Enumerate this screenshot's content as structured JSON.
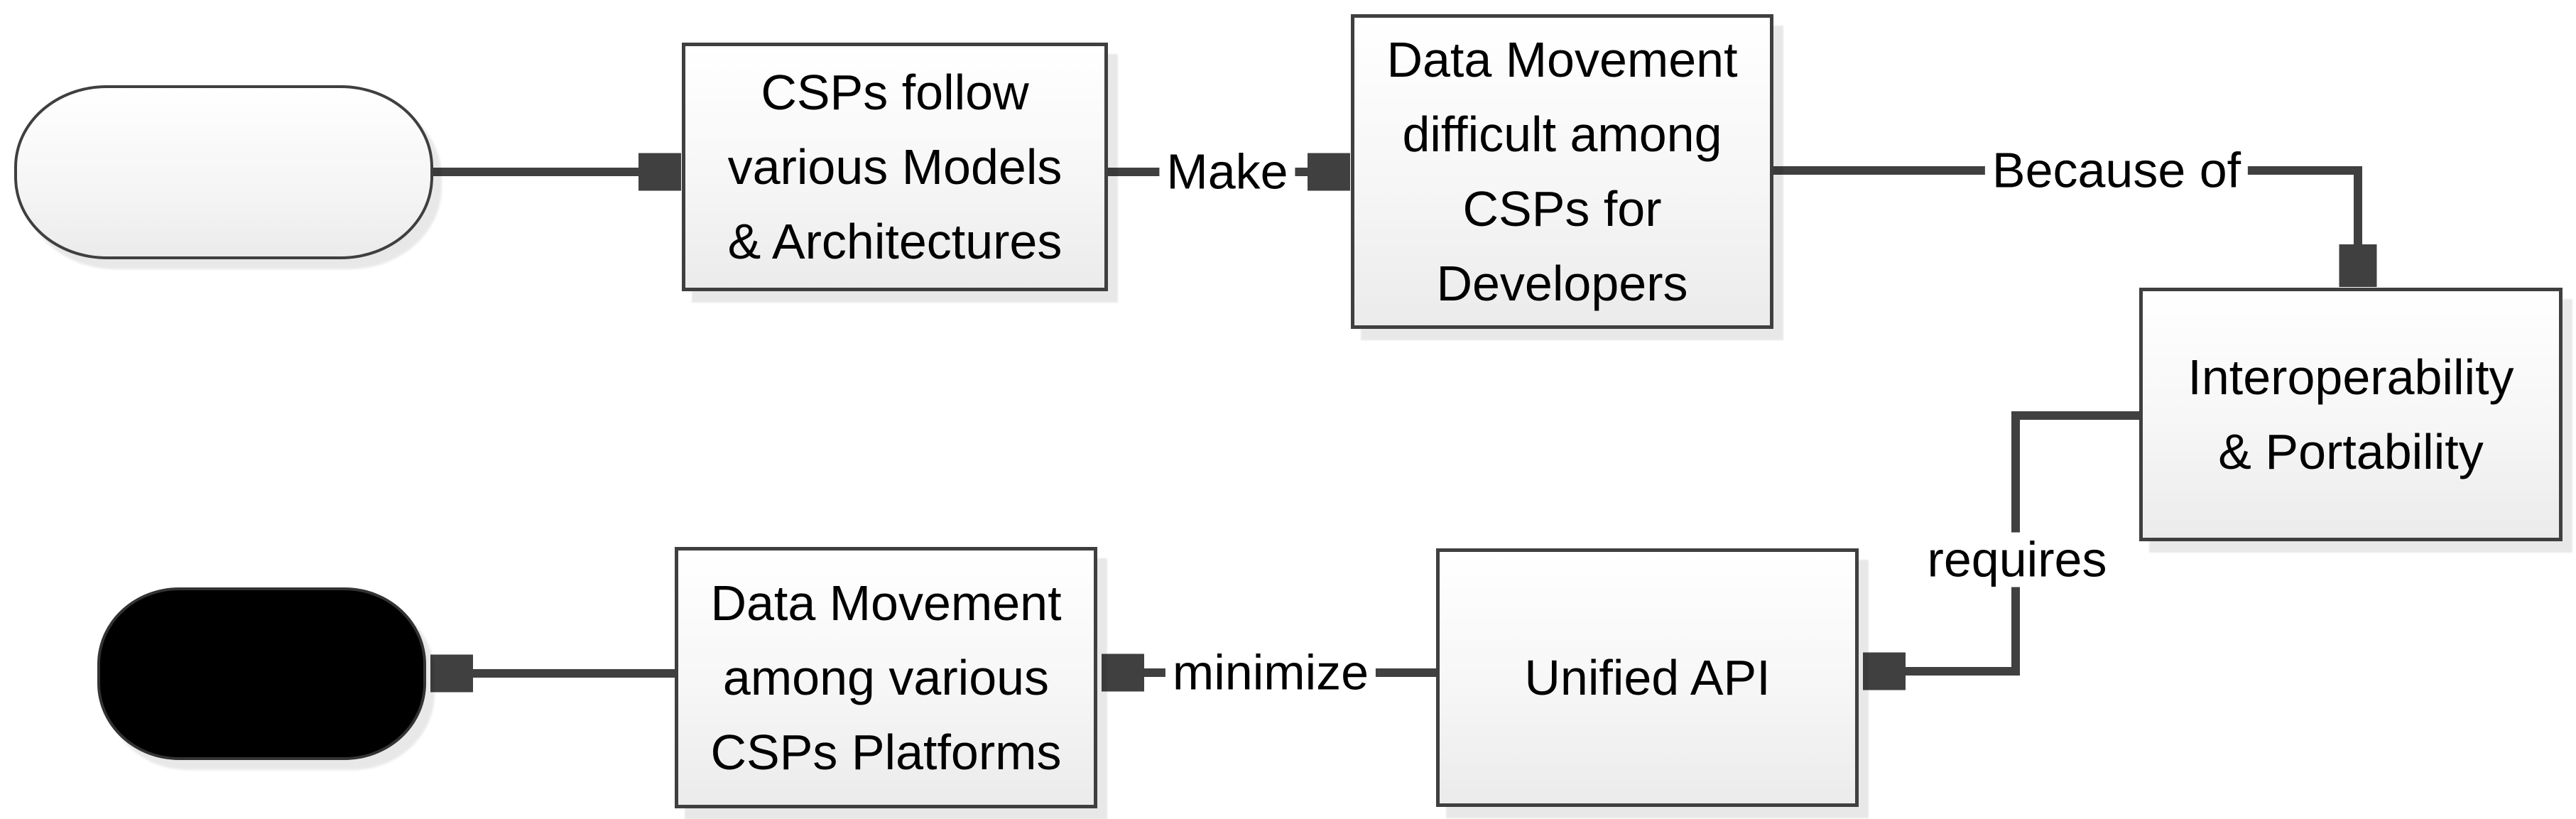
{
  "diagram": {
    "type": "flowchart",
    "nodes": {
      "start": {
        "shape": "terminator",
        "label": ""
      },
      "models": {
        "shape": "process",
        "label": "CSPs follow\nvarious Models\n& Architectures"
      },
      "difficulty": {
        "shape": "process",
        "label": "Data Movement\ndifficult among\nCSPs for\nDevelopers"
      },
      "interop": {
        "shape": "process",
        "label": "Interoperability\n& Portability"
      },
      "unified_api": {
        "shape": "process",
        "label": "Unified API"
      },
      "movement": {
        "shape": "process",
        "label": "Data Movement\namong various\nCSPs Platforms"
      },
      "end": {
        "shape": "terminator-filled",
        "label": ""
      }
    },
    "edges": {
      "start_to_models": {
        "label": ""
      },
      "models_to_difficulty": {
        "label": "Make"
      },
      "difficulty_to_interop": {
        "label": "Because of"
      },
      "interop_to_api": {
        "label": "requires"
      },
      "api_to_movement": {
        "label": "minimize"
      },
      "movement_to_end": {
        "label": ""
      }
    },
    "colors": {
      "line": "#404040",
      "box_border": "#3f3f3f",
      "box_fill_top": "#ffffff",
      "box_fill_bottom": "#ebebeb",
      "end_node_fill": "#000000",
      "text": "#000000",
      "background": "#ffffff"
    }
  }
}
